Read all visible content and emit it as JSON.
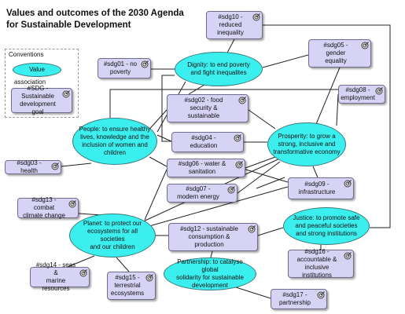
{
  "title": "Values and outcomes of the 2030 Agenda\nfor Sustainable Development",
  "legend": {
    "heading": "Conventions",
    "value_label": "Value",
    "association_label": "association",
    "goal_label": "#SDG - Sustainable\ndevelopment goal"
  },
  "values": [
    {
      "id": "dignity",
      "label": "Dignity: to end poverty\nand fight inequalites"
    },
    {
      "id": "people",
      "label": "People: to ensure healthy\nlives, knowledge and the\ninclusion of women and\nchildren"
    },
    {
      "id": "prosperity",
      "label": "Prosperity: to grow a\nstrong, inclusive and\ntransformative economy"
    },
    {
      "id": "planet",
      "label": "Planet: to protect our\necosystems for all societies\nand our children"
    },
    {
      "id": "justice",
      "label": "Justice: to promote safe\nand peaceful societies\nand strong institutions"
    },
    {
      "id": "partnership",
      "label": "Partnership: to catalyse global\nsolidarity for sustainable\ndevelopment"
    }
  ],
  "goals": [
    {
      "id": "sdg10",
      "label": "#sdg10 -\nreduced\ninequality"
    },
    {
      "id": "sdg01",
      "label": "#sdg01 - no\npoverty"
    },
    {
      "id": "sdg05",
      "label": "#sdg05 -\ngender\nequality"
    },
    {
      "id": "sdg08",
      "label": "#sdg08 -\nemployment"
    },
    {
      "id": "sdg02",
      "label": "#sdg02 - food\nsecurity &\nsustainable"
    },
    {
      "id": "sdg04",
      "label": "#sdg04 -\neducation"
    },
    {
      "id": "sdg03",
      "label": "#sdg03 - health"
    },
    {
      "id": "sdg06",
      "label": "#sdg06 - water &\nsanitation"
    },
    {
      "id": "sdg07",
      "label": "#sdg07 -\nmodern energy"
    },
    {
      "id": "sdg09",
      "label": "#sdg09 -\ninfrastructure"
    },
    {
      "id": "sdg13",
      "label": "#sdg13 - combat\nclimate change"
    },
    {
      "id": "sdg12",
      "label": "#sdg12 - sustainable\nconsumption &\nproduction"
    },
    {
      "id": "sdg16",
      "label": "#sdg16 -\naccountable &\ninclusive institutions"
    },
    {
      "id": "sdg14",
      "label": "#sdg14 - seas &\nmarine resources"
    },
    {
      "id": "sdg15",
      "label": "#sdg15 -\nterrestrial\necosystems"
    },
    {
      "id": "sdg17",
      "label": "#sdg17 -\npartnership"
    }
  ],
  "colors": {
    "value_fill": "#3cefef",
    "goal_fill": "#d6d3f5",
    "line": "#222222"
  },
  "icon": "target-icon"
}
